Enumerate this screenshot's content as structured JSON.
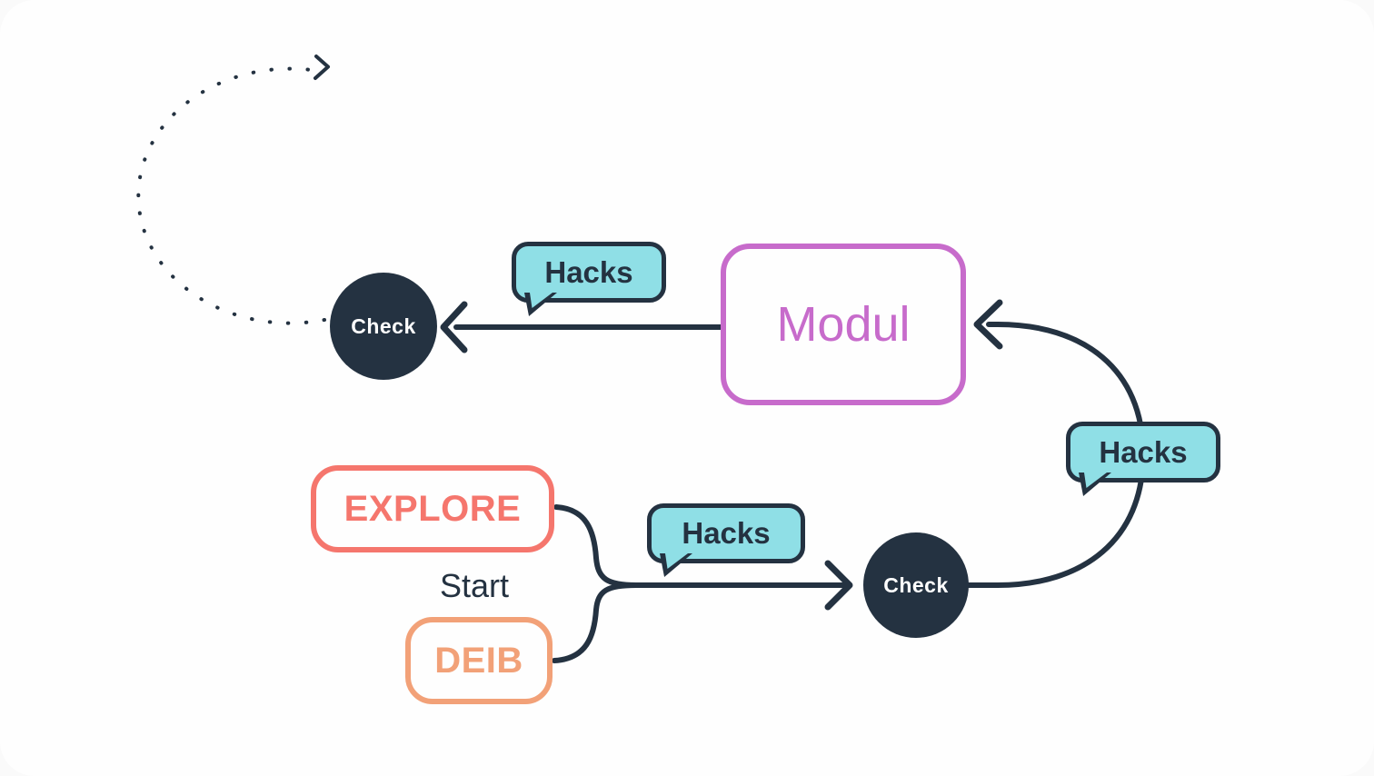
{
  "colors": {
    "navy": "#243241",
    "teal": "#8FDFE6",
    "purple": "#C76BCB",
    "salmon": "#F5766D",
    "orange": "#F2A178",
    "card": "#FEFEFE",
    "outer": "#FAFAFA",
    "text-on-dark": "#FFFFFF"
  },
  "nodes": {
    "check_top": {
      "label": "Check"
    },
    "modul": {
      "label": "Modul"
    },
    "explore": {
      "label": "EXPLORE"
    },
    "deib": {
      "label": "DEIB"
    },
    "check_bottom": {
      "label": "Check"
    }
  },
  "labels": {
    "start": "Start"
  },
  "bubbles": {
    "top": {
      "label": "Hacks"
    },
    "middle": {
      "label": "Hacks"
    },
    "right": {
      "label": "Hacks"
    }
  }
}
